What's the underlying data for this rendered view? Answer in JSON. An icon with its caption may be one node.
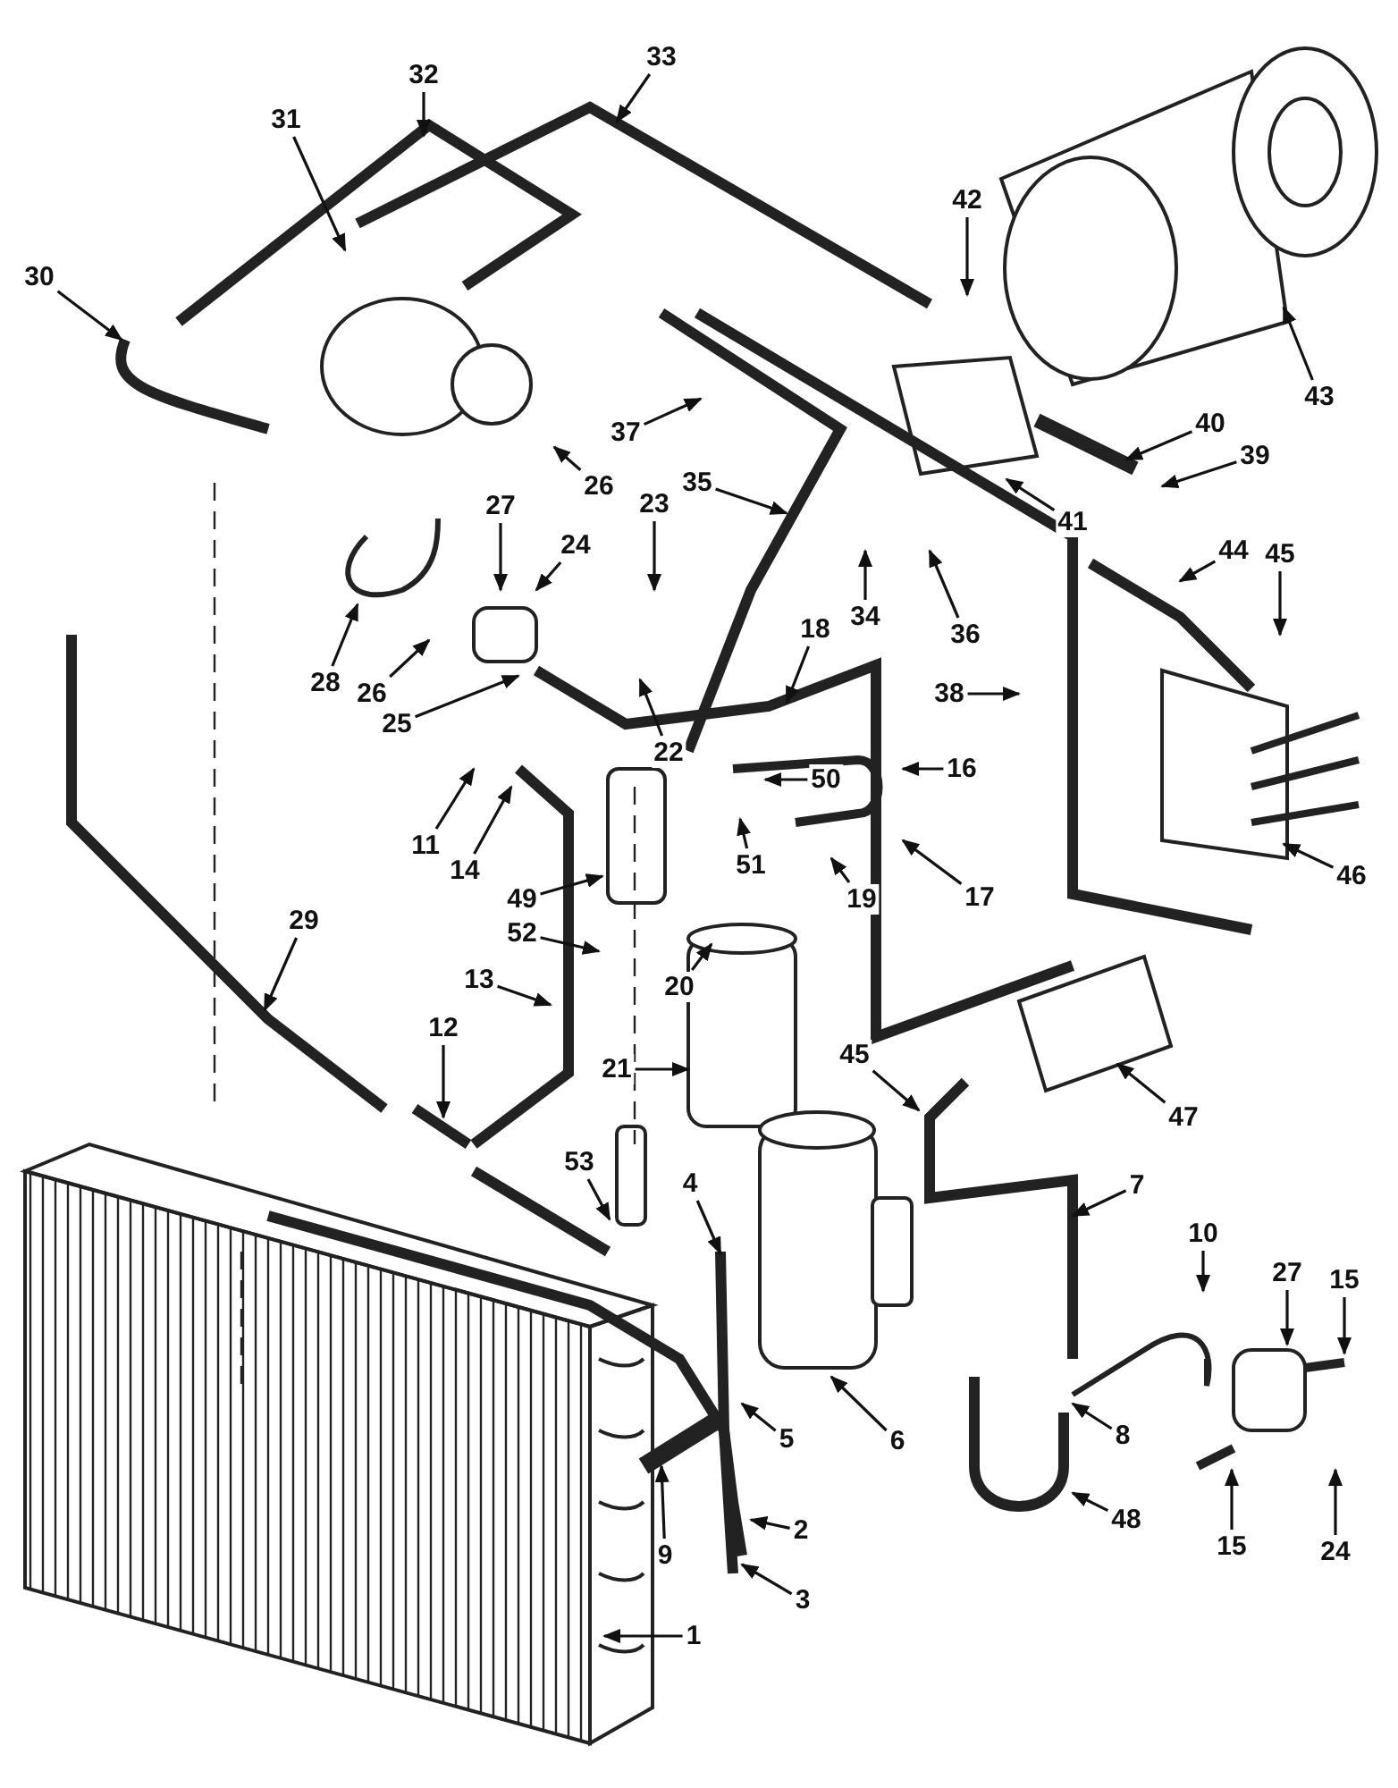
{
  "diagram": {
    "nodes": [
      {
        "text": [
          "33"
        ]
      },
      {
        "text": [
          "32"
        ]
      },
      {
        "text": [
          "31"
        ]
      },
      {
        "text": [
          "42"
        ]
      },
      {
        "text": [
          "30"
        ]
      },
      {
        "text": [
          "43"
        ]
      },
      {
        "text": [
          "40"
        ]
      },
      {
        "text": [
          "37"
        ]
      },
      {
        "text": [
          "39"
        ]
      },
      {
        "text": [
          "35"
        ]
      },
      {
        "text": [
          "26"
        ]
      },
      {
        "text": [
          "27"
        ]
      },
      {
        "text": [
          "23"
        ]
      },
      {
        "text": [
          "41"
        ]
      },
      {
        "text": [
          "44"
        ]
      },
      {
        "text": [
          "24"
        ]
      },
      {
        "text": [
          "45"
        ]
      },
      {
        "text": [
          "34"
        ]
      },
      {
        "text": [
          "18"
        ]
      },
      {
        "text": [
          "36"
        ]
      },
      {
        "text": [
          "28"
        ]
      },
      {
        "text": [
          "26"
        ]
      },
      {
        "text": [
          "38"
        ]
      },
      {
        "text": [
          "25"
        ]
      },
      {
        "text": [
          "22"
        ]
      },
      {
        "text": [
          "16"
        ]
      },
      {
        "text": [
          "50"
        ]
      },
      {
        "text": [
          "11"
        ]
      },
      {
        "text": [
          "51"
        ]
      },
      {
        "text": [
          "14"
        ]
      },
      {
        "text": [
          "46"
        ]
      },
      {
        "text": [
          "17"
        ]
      },
      {
        "text": [
          "19"
        ]
      },
      {
        "text": [
          "49"
        ]
      },
      {
        "text": [
          "29"
        ]
      },
      {
        "text": [
          "52"
        ]
      },
      {
        "text": [
          "20"
        ]
      },
      {
        "text": [
          "13"
        ]
      },
      {
        "text": [
          "21"
        ]
      },
      {
        "text": [
          "12"
        ]
      },
      {
        "text": [
          "45"
        ]
      },
      {
        "text": [
          "47"
        ]
      },
      {
        "text": [
          "53"
        ]
      },
      {
        "text": [
          "4"
        ]
      },
      {
        "text": [
          "7"
        ]
      },
      {
        "text": [
          "10"
        ]
      },
      {
        "text": [
          "27"
        ]
      },
      {
        "text": [
          "15"
        ]
      },
      {
        "text": [
          "6"
        ]
      },
      {
        "text": [
          "8"
        ]
      },
      {
        "text": [
          "5"
        ]
      },
      {
        "text": [
          "2"
        ]
      },
      {
        "text": [
          "48"
        ]
      },
      {
        "text": [
          "15"
        ]
      },
      {
        "text": [
          "24"
        ]
      },
      {
        "text": [
          "9"
        ]
      },
      {
        "text": [
          "3"
        ]
      },
      {
        "text": [
          "1"
        ]
      }
    ],
    "edges": [
      {
        "from": 0,
        "to": null,
        "arrow": "to"
      },
      {
        "from": 1,
        "to": null,
        "arrow": "to"
      },
      {
        "from": 2,
        "to": null,
        "arrow": "to"
      },
      {
        "from": 3,
        "to": null,
        "arrow": "to"
      },
      {
        "from": 4,
        "to": null,
        "arrow": "to"
      },
      {
        "from": 5,
        "to": null,
        "arrow": "to"
      },
      {
        "from": 6,
        "to": null,
        "arrow": "to"
      },
      {
        "from": 7,
        "to": null,
        "arrow": "to"
      },
      {
        "from": 8,
        "to": null,
        "arrow": "to"
      },
      {
        "from": 9,
        "to": null,
        "arrow": "to"
      },
      {
        "from": 10,
        "to": null,
        "arrow": "to"
      },
      {
        "from": 11,
        "to": null,
        "arrow": "to"
      },
      {
        "from": 12,
        "to": null,
        "arrow": "to"
      },
      {
        "from": 13,
        "to": null,
        "arrow": "to"
      },
      {
        "from": 14,
        "to": null,
        "arrow": "to"
      },
      {
        "from": 15,
        "to": null,
        "arrow": "to"
      },
      {
        "from": 16,
        "to": null,
        "arrow": "to"
      },
      {
        "from": 17,
        "to": null,
        "arrow": "to"
      },
      {
        "from": 18,
        "to": null,
        "arrow": "to"
      },
      {
        "from": 19,
        "to": null,
        "arrow": "to"
      },
      {
        "from": 20,
        "to": null,
        "arrow": "to"
      },
      {
        "from": 21,
        "to": null,
        "arrow": "to"
      },
      {
        "from": 22,
        "to": null,
        "arrow": "to"
      },
      {
        "from": 23,
        "to": null,
        "arrow": "to"
      },
      {
        "from": 24,
        "to": null,
        "arrow": "to"
      },
      {
        "from": 25,
        "to": null,
        "arrow": "to"
      },
      {
        "from": 26,
        "to": null,
        "arrow": "to"
      },
      {
        "from": 27,
        "to": null,
        "arrow": "to"
      },
      {
        "from": 28,
        "to": null,
        "arrow": "to"
      },
      {
        "from": 29,
        "to": null,
        "arrow": "to"
      },
      {
        "from": 30,
        "to": null,
        "arrow": "to"
      },
      {
        "from": 31,
        "to": null,
        "arrow": "to"
      },
      {
        "from": 32,
        "to": null,
        "arrow": "to"
      },
      {
        "from": 33,
        "to": null,
        "arrow": "to"
      },
      {
        "from": 34,
        "to": null,
        "arrow": "to"
      },
      {
        "from": 35,
        "to": null,
        "arrow": "to"
      },
      {
        "from": 36,
        "to": null,
        "arrow": "to"
      },
      {
        "from": 37,
        "to": null,
        "arrow": "to"
      },
      {
        "from": 38,
        "to": null,
        "arrow": "to"
      },
      {
        "from": 39,
        "to": null,
        "arrow": "to"
      },
      {
        "from": 40,
        "to": null,
        "arrow": "to"
      },
      {
        "from": 41,
        "to": null,
        "arrow": "to"
      },
      {
        "from": 42,
        "to": null,
        "arrow": "to"
      },
      {
        "from": 43,
        "to": null,
        "arrow": "to"
      },
      {
        "from": 44,
        "to": null,
        "arrow": "to"
      },
      {
        "from": 45,
        "to": null,
        "arrow": "to"
      },
      {
        "from": 46,
        "to": null,
        "arrow": "to"
      },
      {
        "from": 47,
        "to": null,
        "arrow": "to"
      },
      {
        "from": 48,
        "to": null,
        "arrow": "to"
      },
      {
        "from": 49,
        "to": null,
        "arrow": "to"
      },
      {
        "from": 50,
        "to": null,
        "arrow": "to"
      },
      {
        "from": 51,
        "to": null,
        "arrow": "to"
      },
      {
        "from": 52,
        "to": null,
        "arrow": "to"
      },
      {
        "from": 53,
        "to": null,
        "arrow": "to"
      },
      {
        "from": 54,
        "to": null,
        "arrow": "to"
      },
      {
        "from": 55,
        "to": null,
        "arrow": "to"
      },
      {
        "from": 56,
        "to": null,
        "arrow": "to"
      },
      {
        "from": 57,
        "to": null,
        "arrow": "to"
      }
    ]
  }
}
